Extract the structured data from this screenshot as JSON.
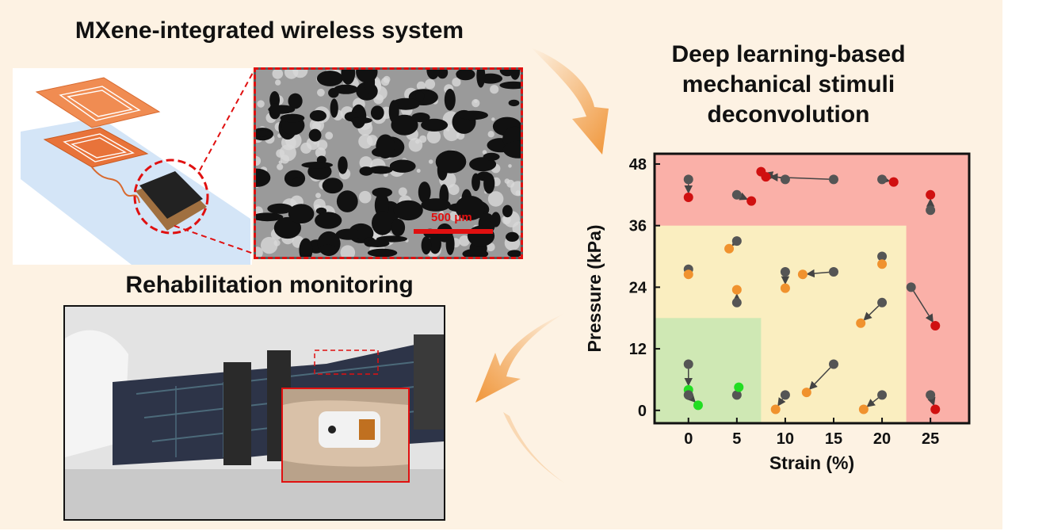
{
  "titles": {
    "wireless": "MXene-integrated wireless system",
    "deep_learning": [
      "Deep learning-based",
      "mechanical stimuli",
      "deconvolution"
    ],
    "rehab": "Rehabilitation monitoring"
  },
  "sem": {
    "scale_label": "500 μm"
  },
  "colors": {
    "background": "#fdf2e3",
    "red_zone": "#fab0a8",
    "yellow_zone": "#faeec0",
    "green_zone": "#cfe8b4",
    "gray_point": "#555555",
    "red_point": "#d01010",
    "orange_point": "#f0922e",
    "green_point": "#22dd22",
    "arrow_orange": "#f2a14d"
  },
  "chart_data": {
    "type": "scatter",
    "xlabel": "Strain (%)",
    "ylabel": "Pressure (kPa)",
    "xlim": [
      -3.5,
      29
    ],
    "ylim": [
      -2.5,
      50
    ],
    "xticks": [
      0,
      5,
      10,
      15,
      20,
      25
    ],
    "yticks": [
      0,
      12,
      24,
      36,
      48
    ],
    "zones": [
      {
        "name": "red",
        "x": [
          -3.5,
          29
        ],
        "y": [
          -2.5,
          50
        ]
      },
      {
        "name": "yellow",
        "x": [
          -3.5,
          22.5
        ],
        "y": [
          -2.5,
          36
        ]
      },
      {
        "name": "green",
        "x": [
          -3.5,
          7.5
        ],
        "y": [
          -2.5,
          18
        ]
      }
    ],
    "pairs": [
      {
        "from": [
          0,
          45
        ],
        "to": [
          0,
          41.5
        ],
        "class": "red"
      },
      {
        "from": [
          5,
          42
        ],
        "to": [
          6.5,
          40.8
        ],
        "class": "red"
      },
      {
        "from": [
          10,
          45
        ],
        "to": [
          7.5,
          46.5
        ],
        "class": "red"
      },
      {
        "from": [
          15,
          45
        ],
        "to": [
          8,
          45.5
        ],
        "class": "red"
      },
      {
        "from": [
          20,
          45
        ],
        "to": [
          21.2,
          44.5
        ],
        "class": "red"
      },
      {
        "from": [
          25,
          39
        ],
        "to": [
          25,
          42
        ],
        "class": "red"
      },
      {
        "from": [
          23,
          24
        ],
        "to": [
          25.5,
          16.5
        ],
        "class": "red"
      },
      {
        "from": [
          25,
          3
        ],
        "to": [
          25.5,
          0.2
        ],
        "class": "red"
      },
      {
        "from": [
          0,
          27.5
        ],
        "to": [
          0,
          26.5
        ],
        "class": "orange"
      },
      {
        "from": [
          5,
          33
        ],
        "to": [
          4.2,
          31.5
        ],
        "class": "orange"
      },
      {
        "from": [
          5,
          21
        ],
        "to": [
          5,
          23.5
        ],
        "class": "orange"
      },
      {
        "from": [
          10,
          27
        ],
        "to": [
          10,
          23.8
        ],
        "class": "orange"
      },
      {
        "from": [
          15,
          27
        ],
        "to": [
          11.8,
          26.5
        ],
        "class": "orange"
      },
      {
        "from": [
          20,
          30
        ],
        "to": [
          20,
          28.5
        ],
        "class": "orange"
      },
      {
        "from": [
          20,
          21
        ],
        "to": [
          17.8,
          17
        ],
        "class": "orange"
      },
      {
        "from": [
          10,
          3
        ],
        "to": [
          9,
          0.2
        ],
        "class": "orange"
      },
      {
        "from": [
          15,
          9
        ],
        "to": [
          12.2,
          3.5
        ],
        "class": "orange"
      },
      {
        "from": [
          20,
          3
        ],
        "to": [
          18.1,
          0.2
        ],
        "class": "orange"
      },
      {
        "from": [
          0,
          9
        ],
        "to": [
          0,
          4
        ],
        "class": "green"
      },
      {
        "from": [
          0,
          3
        ],
        "to": [
          1,
          1
        ],
        "class": "green"
      },
      {
        "from": [
          5,
          3
        ],
        "to": [
          5.2,
          4.5
        ],
        "class": "green"
      }
    ]
  }
}
